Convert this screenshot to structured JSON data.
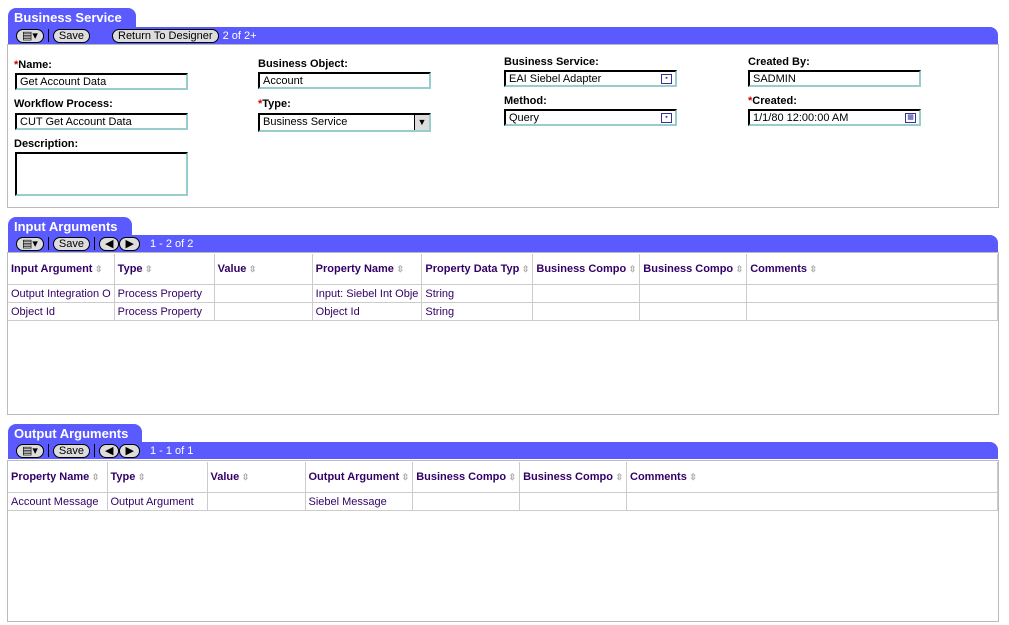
{
  "bs": {
    "title": "Business Service",
    "save": "Save",
    "return": "Return To Designer",
    "count": "2 of 2+",
    "name_label": "Name:",
    "name": "Get Account Data",
    "wf_label": "Workflow Process:",
    "wf": "CUT Get Account Data",
    "desc_label": "Description:",
    "desc": "",
    "bo_label": "Business Object:",
    "bo": "Account",
    "type_label": "Type:",
    "type": "Business Service",
    "svc_label": "Business Service:",
    "svc": "EAI Siebel Adapter",
    "method_label": "Method:",
    "method": "Query",
    "cby_label": "Created By:",
    "cby": "SADMIN",
    "created_label": "Created:",
    "created": "1/1/80 12:00:00 AM"
  },
  "inp": {
    "title": "Input Arguments",
    "save": "Save",
    "count": "1 - 2 of 2",
    "headers": [
      "Input Argument",
      "Type",
      "Value",
      "Property Name",
      "Property Data Typ",
      "Business Compo",
      "Business Compo",
      "Comments"
    ],
    "rows": [
      [
        "Output Integration O",
        "Process Property",
        "",
        "Input: Siebel Int Obje",
        "String",
        "",
        "",
        ""
      ],
      [
        "Object Id",
        "Process Property",
        "",
        "Object Id",
        "String",
        "",
        "",
        ""
      ]
    ]
  },
  "out": {
    "title": "Output Arguments",
    "save": "Save",
    "count": "1 - 1 of 1",
    "headers": [
      "Property Name",
      "Type",
      "Value",
      "Output Argument",
      "Business Compo",
      "Business Compo",
      "Comments"
    ],
    "rows": [
      [
        "Account Message",
        "Output Argument",
        "",
        "Siebel Message",
        "",
        "",
        ""
      ]
    ]
  }
}
